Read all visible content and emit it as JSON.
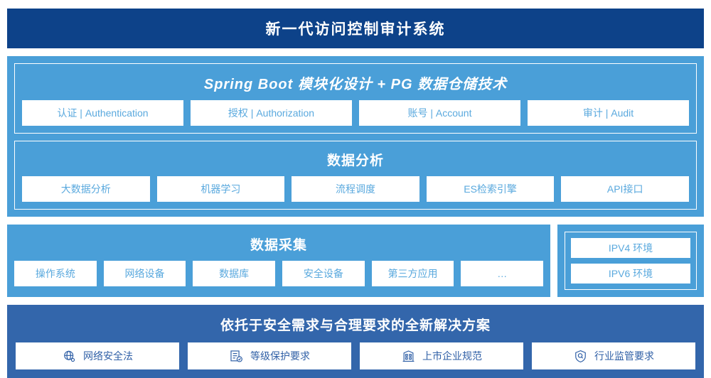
{
  "header": {
    "title": "新一代访问控制审计系统"
  },
  "platform": {
    "spring": {
      "title": "Spring Boot 模块化设计 + PG 数据仓储技术",
      "items": [
        {
          "label": "认证 | Authentication"
        },
        {
          "label": "授权 | Authorization"
        },
        {
          "label": "账号 | Account"
        },
        {
          "label": "审计 | Audit"
        }
      ]
    },
    "analysis": {
      "title": "数据分析",
      "items": [
        {
          "label": "大数据分析"
        },
        {
          "label": "机器学习"
        },
        {
          "label": "流程调度"
        },
        {
          "label": "ES检索引擎"
        },
        {
          "label": "API接口"
        }
      ]
    }
  },
  "collection": {
    "title": "数据采集",
    "items": [
      {
        "label": "操作系统"
      },
      {
        "label": "网络设备"
      },
      {
        "label": "数据库"
      },
      {
        "label": "安全设备"
      },
      {
        "label": "第三方应用"
      },
      {
        "label": "…"
      }
    ],
    "environments": [
      {
        "label": "IPV4 环境"
      },
      {
        "label": "IPV6 环境"
      }
    ]
  },
  "solution": {
    "title": "依托于安全需求与合理要求的全新解决方案",
    "items": [
      {
        "label": "网络安全法",
        "icon": "globe-network-icon"
      },
      {
        "label": "等级保护要求",
        "icon": "document-check-icon"
      },
      {
        "label": "上市企业规范",
        "icon": "building-icon"
      },
      {
        "label": "行业监管要求",
        "icon": "shield-search-icon"
      }
    ]
  },
  "colors": {
    "header_bg": "#0d4289",
    "panel_light_bg": "#4a9fd8",
    "solution_bg": "#3366ab",
    "chip_text": "#5aa9de",
    "solution_chip_text": "#2f5fa6"
  }
}
